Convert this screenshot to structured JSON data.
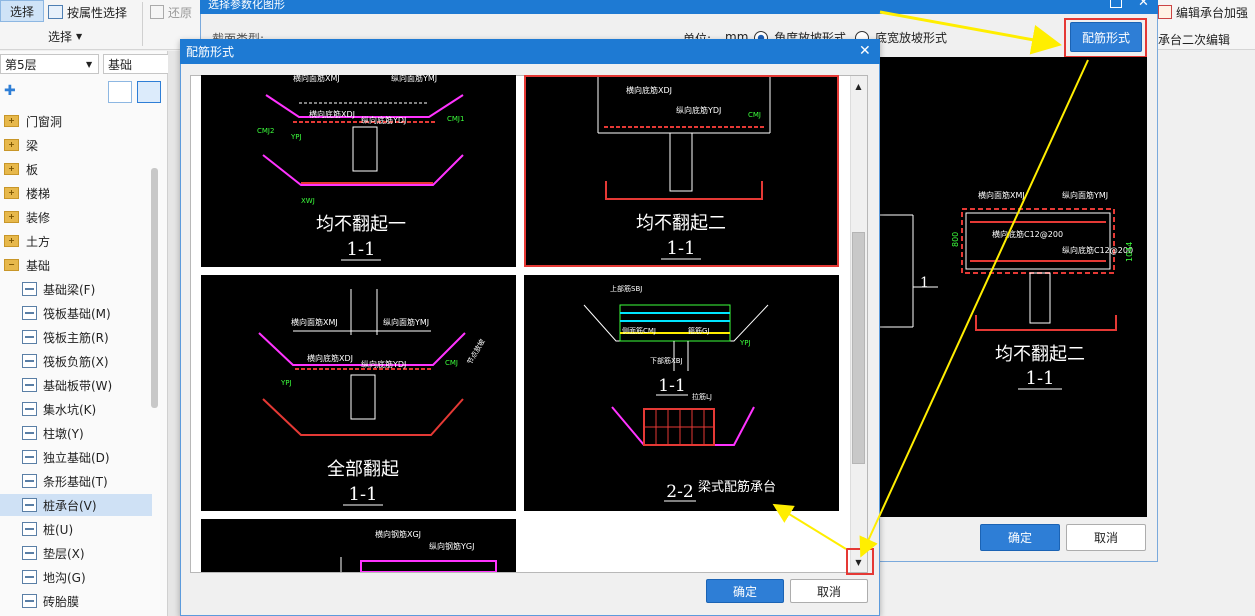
{
  "toolbar": {
    "select_label": "选择",
    "by_property_label": "按属性选择",
    "restore_label": "还原",
    "group_label": "选择",
    "edit_cap_label": "编辑承台加强",
    "cap_second_edit_label": "承台二次编辑"
  },
  "left_panel": {
    "floor": "第5层",
    "category": "基础",
    "tree_items": [
      {
        "label": "门窗洞",
        "type": "folder"
      },
      {
        "label": "梁",
        "type": "folder"
      },
      {
        "label": "板",
        "type": "folder"
      },
      {
        "label": "楼梯",
        "type": "folder"
      },
      {
        "label": "装修",
        "type": "folder"
      },
      {
        "label": "土方",
        "type": "folder"
      },
      {
        "label": "基础",
        "type": "folder-open"
      },
      {
        "label": "基础梁(F)",
        "type": "item"
      },
      {
        "label": "筏板基础(M)",
        "type": "item"
      },
      {
        "label": "筏板主筋(R)",
        "type": "item"
      },
      {
        "label": "筏板负筋(X)",
        "type": "item"
      },
      {
        "label": "基础板带(W)",
        "type": "item"
      },
      {
        "label": "集水坑(K)",
        "type": "item"
      },
      {
        "label": "柱墩(Y)",
        "type": "item"
      },
      {
        "label": "独立基础(D)",
        "type": "item"
      },
      {
        "label": "条形基础(T)",
        "type": "item"
      },
      {
        "label": "桩承台(V)",
        "type": "item",
        "selected": true
      },
      {
        "label": "桩(U)",
        "type": "item"
      },
      {
        "label": "垫层(X)",
        "type": "item"
      },
      {
        "label": "地沟(G)",
        "type": "item"
      },
      {
        "label": "砖胎膜",
        "type": "item"
      }
    ]
  },
  "param_dialog": {
    "title": "选择参数化图形",
    "section_type_label": "截面类型:",
    "unit_label": "单位:",
    "unit_value": "mm",
    "radio_angle": "角度放坡形式",
    "radio_width": "底宽放坡形式",
    "rebar_form_button": "配筋形式",
    "preview_title": "均不翻起二",
    "preview_section": "1-1",
    "preview_rebar_top": "横向面筋XMJ",
    "preview_rebar_top2": "纵向面筋YMJ",
    "preview_rebar_bottom": "横向底筋C12@200",
    "preview_rebar_bottom2": "纵向底筋C12@200",
    "preview_dim_left": "800",
    "preview_dim_right": "1044",
    "preview_label_1": "1",
    "ok": "确定",
    "cancel": "取消"
  },
  "rebar_dialog": {
    "title": "配筋形式",
    "ok": "确定",
    "cancel": "取消",
    "options": [
      {
        "title": "均不翻起一",
        "section": "1-1",
        "labels": [
          "横向面筋XMJ",
          "纵向面筋YMJ",
          "横向底筋XDJ",
          "纵向底筋YDJ",
          "CMJ1",
          "CMJ2",
          "XWJ",
          "YPJ"
        ]
      },
      {
        "title": "均不翻起二",
        "section": "1-1",
        "selected": true,
        "labels": [
          "横向底筋XDJ",
          "纵向底筋YDJ",
          "CMJ"
        ]
      },
      {
        "title": "全部翻起",
        "section": "1-1",
        "labels": [
          "横向面筋XMJ",
          "纵向面筋YMJ",
          "横向底筋XDJ",
          "纵向底筋YDJ",
          "节点放坡",
          "CMJ",
          "YPJ"
        ]
      },
      {
        "title": "梁式配筋承台",
        "section_top": "1-1",
        "section_bottom": "2-2",
        "labels": [
          "上部筋SBJ",
          "下部筋XBJ",
          "侧面筋CMJ",
          "箍筋GJ",
          "拉筋LJ",
          "YPJ"
        ]
      },
      {
        "title": "",
        "section": "",
        "labels": [
          "横向钢筋XGJ",
          "纵向钢筋YGJ"
        ]
      }
    ]
  }
}
